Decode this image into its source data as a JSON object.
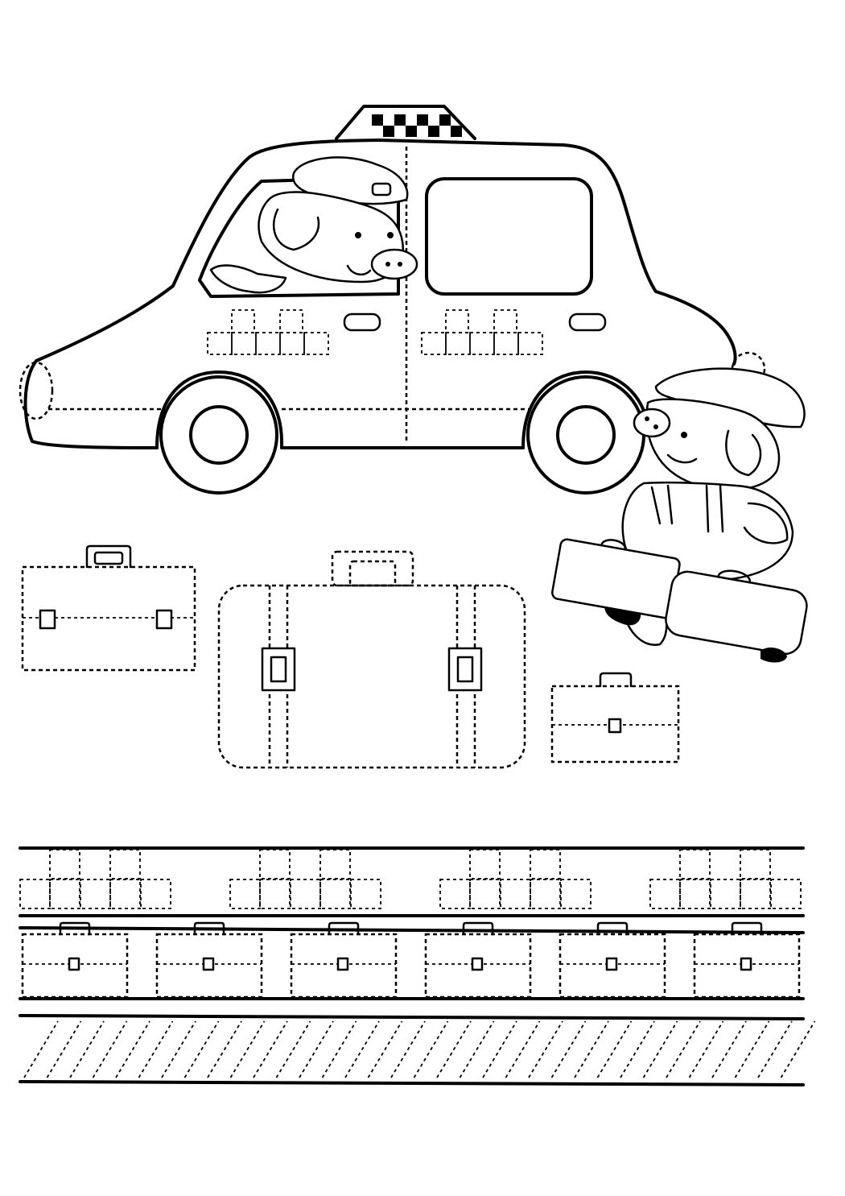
{
  "worksheet": {
    "taxi_checker_squares": 8,
    "rows": {
      "cross_patterns": 4,
      "briefcases": 6,
      "diagonal_strokes": 34
    }
  },
  "colors": {
    "ink": "#000000",
    "paper": "#ffffff"
  }
}
